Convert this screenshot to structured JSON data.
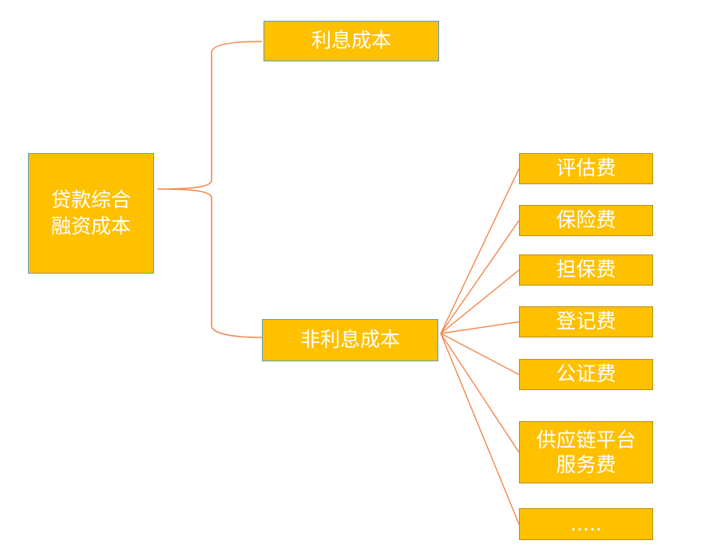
{
  "root": {
    "label": "贷款综合\n融资成本"
  },
  "branches": [
    {
      "label": "利息成本"
    },
    {
      "label": "非利息成本"
    }
  ],
  "non_interest_items": [
    {
      "label": "评估费"
    },
    {
      "label": "保险费"
    },
    {
      "label": "担保费"
    },
    {
      "label": "登记费"
    },
    {
      "label": "公证费"
    },
    {
      "label": "供应链平台\n服务费"
    },
    {
      "label": "....."
    }
  ],
  "colors": {
    "box_fill": "#ffc000",
    "connector": "#f4874b",
    "root_border": "#5b9bd5",
    "leaf_border": "#b8900a",
    "text": "#ffffff"
  }
}
